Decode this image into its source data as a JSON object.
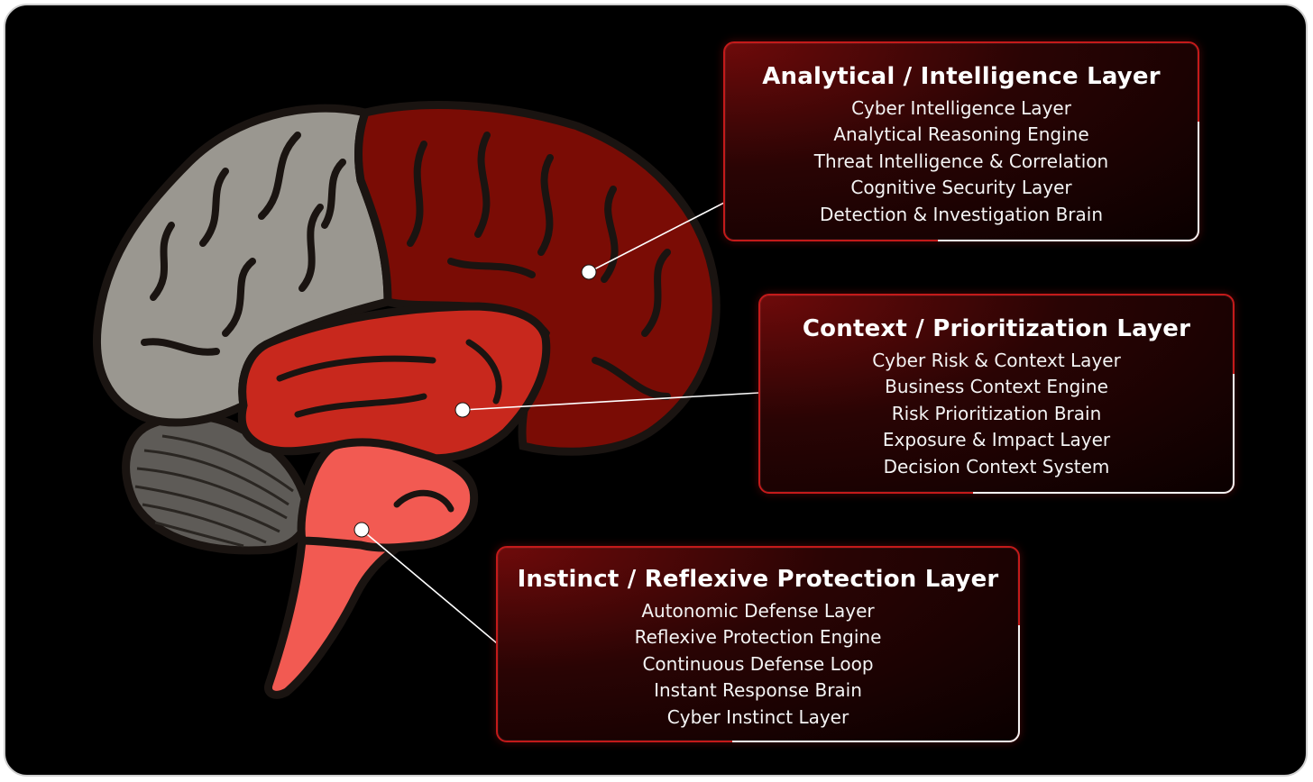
{
  "colors": {
    "background": "#000000",
    "accent": "#c41a1a",
    "gray_lobe": "#9a9790",
    "dark_red_lobe": "#7a0c05",
    "mid_red_lobe": "#c8281d",
    "light_red_lobe": "#f25a52",
    "outline": "#1a1411"
  },
  "layers": [
    {
      "title": "Analytical / Intelligence Layer",
      "items": [
        "Cyber Intelligence Layer",
        "Analytical Reasoning Engine",
        "Threat Intelligence & Correlation",
        "Cognitive Security Layer",
        "Detection & Investigation Brain"
      ]
    },
    {
      "title": "Context / Prioritization Layer",
      "items": [
        "Cyber Risk & Context Layer",
        "Business Context Engine",
        "Risk Prioritization Brain",
        "Exposure & Impact Layer",
        "Decision Context System"
      ]
    },
    {
      "title": "Instinct / Reflexive Protection Layer",
      "items": [
        "Autonomic Defense Layer",
        "Reflexive Protection Engine",
        "Continuous Defense Loop",
        "Instant Response Brain",
        "Cyber Instinct Layer"
      ]
    }
  ]
}
